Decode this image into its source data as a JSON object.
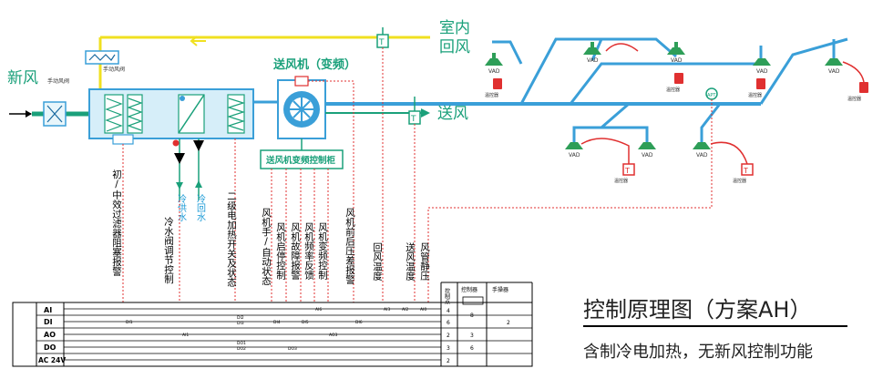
{
  "title": "控制原理图（方案AH）",
  "subtitle": "含制冷电加热，无新风控制功能",
  "labels": {
    "fresh_air": "新风",
    "manual_damper_left": "手动风阀",
    "manual_damper_top": "手动风阀",
    "return_air": "室内\n回风",
    "return_air_l1": "室内",
    "return_air_l2": "回风",
    "supply_air": "送风",
    "supply_fan": "送风机（变频）",
    "vfd_cabinet": "送风机变频控制柜",
    "chilled_water_supply": "冷供水",
    "chilled_water_return": "冷回水",
    "vad": "VAD",
    "temp_controller": "温控器",
    "temp_sensor": "T"
  },
  "signals": [
    {
      "text": "初/中效过滤器阻塞报警"
    },
    {
      "text": "冷水阀调节控制"
    },
    {
      "text": "二级电加热开关及状态"
    },
    {
      "text": "风机手/自动状态"
    },
    {
      "text": "风机启停控制"
    },
    {
      "text": "风机故障报警"
    },
    {
      "text": "风机频率反馈"
    },
    {
      "text": "风机变频控制"
    },
    {
      "text": "风机前后压差报警"
    },
    {
      "text": "回风温度"
    },
    {
      "text": "送风温度"
    },
    {
      "text": "风管静压"
    }
  ],
  "table": {
    "header": [
      "控制点",
      "控制器",
      "手操器"
    ],
    "rows": [
      {
        "type": "AI",
        "points": "4",
        "ctrl": "",
        "hand": ""
      },
      {
        "type": "DI",
        "points": "6",
        "ctrl": "8",
        "hand": "2"
      },
      {
        "type": "AO",
        "points": "2",
        "ctrl": "3",
        "hand": ""
      },
      {
        "type": "DO",
        "points": "3",
        "ctrl": "6",
        "hand": ""
      },
      {
        "type": "AC 24V",
        "points": "2",
        "ctrl": "",
        "hand": ""
      }
    ]
  },
  "point_tags": [
    "DI1",
    "AI1",
    "DI2",
    "DI3",
    "DO1",
    "DO2",
    "DI4",
    "DI5",
    "DO3",
    "AO3",
    "AI6",
    "DI6",
    "AI3",
    "AI2",
    "AI0"
  ],
  "colors": {
    "duct_blue": "#3a9fd8",
    "return_yellow": "#f0e020",
    "supply_green": "#1aa07a",
    "signal_red": "#e03030",
    "equipment_green": "#2e9e58",
    "text_cyan": "#1a9ad6"
  }
}
